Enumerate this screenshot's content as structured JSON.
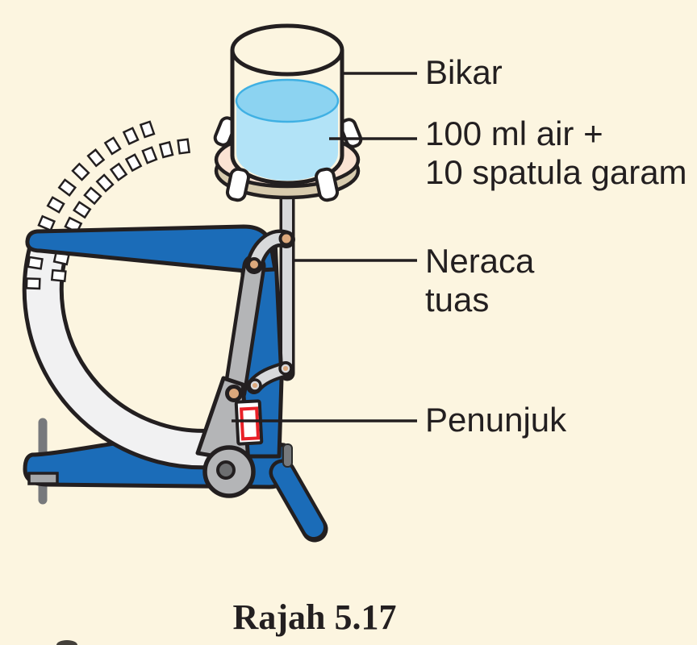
{
  "figure": {
    "caption": "Rajah 5.17",
    "labels": {
      "bikar": {
        "text": "Bikar"
      },
      "contents": {
        "line1": "100 ml air +",
        "line2": "10 spatula garam"
      },
      "neraca": {
        "line1": "Neraca",
        "line2": "tuas"
      },
      "penunjuk": {
        "text": "Penunjuk"
      }
    },
    "colors": {
      "paper": "#FCF5E0",
      "ink": "#231F20",
      "blue": "#1B6CB8",
      "metal": "#B4B5B7",
      "metallight": "#D8D9DB",
      "metaldark": "#77797C",
      "hubcenter": "#6D6E70",
      "pivot": "#DCA87C",
      "pantop": "#FAE3D3",
      "panrim": "#D8CBAE",
      "water": "#B2E3F7",
      "watersurface": "#8CD3F1",
      "wateredge": "#3FB0E3",
      "band": "#F1F1F2",
      "red": "#E92128",
      "textcolor": "#231F20"
    }
  }
}
